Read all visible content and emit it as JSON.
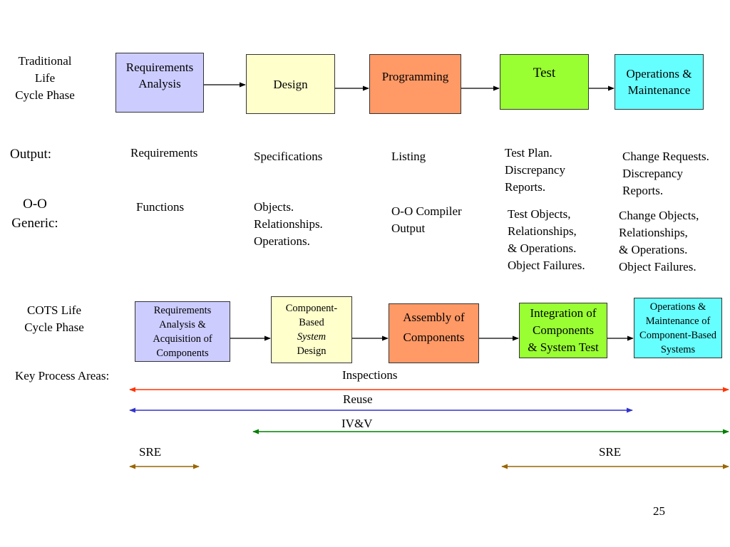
{
  "traditional": {
    "row_label": "Traditional\nLife\nCycle Phase",
    "boxes": [
      {
        "label": "Requirements\nAnalysis",
        "color": "#ccccff"
      },
      {
        "label": "Design",
        "color": "#ffffcc"
      },
      {
        "label": "Programming",
        "color": "#ff9966"
      },
      {
        "label": "Test",
        "color": "#99ff33"
      },
      {
        "label": "Operations &\nMaintenance",
        "color": "#66ffff"
      }
    ]
  },
  "output": {
    "row_label": "Output:",
    "items": [
      "Requirements",
      "Specifications",
      "Listing",
      "Test Plan.\nDiscrepancy\nReports.",
      "Change Requests.\nDiscrepancy\nReports."
    ]
  },
  "oo_generic": {
    "row_label": "O-O\nGeneric:",
    "items": [
      "Functions",
      "Objects.\nRelationships.\nOperations.",
      "O-O Compiler\nOutput",
      "Test Objects,\nRelationships,\n& Operations.\nObject Failures.",
      "Change Objects,\nRelationships,\n& Operations.\nObject Failures."
    ]
  },
  "cots": {
    "row_label": "COTS Life\nCycle Phase",
    "boxes": [
      {
        "label": "Requirements\nAnalysis &\nAcquisition of\nComponents",
        "color": "#ccccff"
      },
      {
        "label_parts": [
          "Component-\nBased\n",
          "System",
          "\nDesign"
        ],
        "color": "#ffffcc"
      },
      {
        "label": "Assembly of\nComponents",
        "color": "#ff9966"
      },
      {
        "label": "Integration of\nComponents\n& System Test",
        "color": "#99ff33"
      },
      {
        "label": "Operations &\nMaintenance of\nComponent-Based\nSystems",
        "color": "#66ffff"
      }
    ]
  },
  "key_process": {
    "row_label": "Key Process Areas:",
    "areas": [
      {
        "label": "Inspections",
        "color": "#ff3300"
      },
      {
        "label": "Reuse",
        "color": "#3333cc"
      },
      {
        "label": "IV&V",
        "color": "#008000"
      },
      {
        "label": "SRE",
        "color": "#996600"
      },
      {
        "label": "SRE",
        "color": "#996600"
      }
    ]
  },
  "page_number": "25"
}
